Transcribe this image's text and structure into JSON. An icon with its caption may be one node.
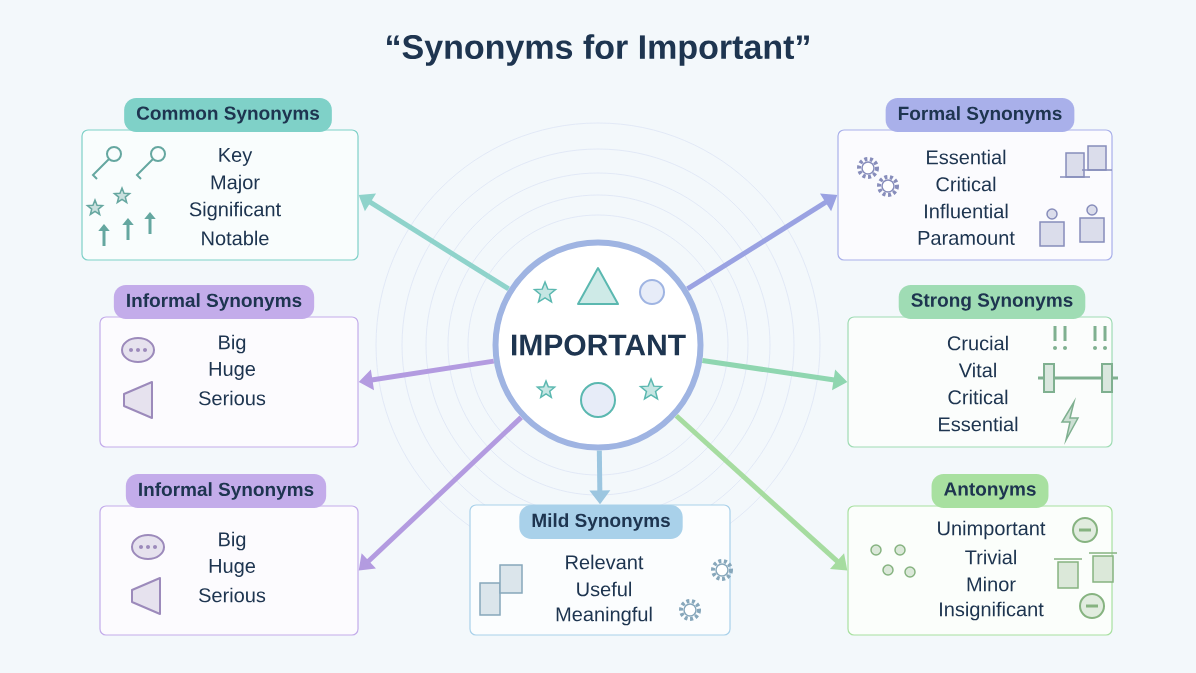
{
  "diagram": {
    "title": "“Synonyms for Important”",
    "nodes": [
      {
        "text": [
          "IMPORTANT"
        ]
      },
      {
        "text": [
          "Common Synonyms",
          "Key",
          "Major",
          "Significant",
          "Notable"
        ]
      },
      {
        "text": [
          "Formal Synonyms",
          "Essential",
          "Critical",
          "Influential",
          "Paramount"
        ]
      },
      {
        "text": [
          "Informal Synonyms",
          "Big",
          "Huge",
          "Serious"
        ]
      },
      {
        "text": [
          "Strong Synonyms",
          "Crucial",
          "Vital",
          "Critical",
          "Essential"
        ]
      },
      {
        "text": [
          "Informal Synonyms",
          "Big",
          "Huge",
          "Serious"
        ]
      },
      {
        "text": [
          "Mild Synonyms",
          "Relevant",
          "Useful",
          "Meaningful"
        ]
      },
      {
        "text": [
          "Antonyms",
          "Unimportant",
          "Trivial",
          "Minor",
          "Insignificant"
        ]
      }
    ],
    "edges": [
      {
        "from": 0,
        "to": 1,
        "arrow": "to",
        "color": "#8fd3cb"
      },
      {
        "from": 0,
        "to": 2,
        "arrow": "to",
        "color": "#9aa2e2"
      },
      {
        "from": 0,
        "to": 3,
        "arrow": "to",
        "color": "#b39be0"
      },
      {
        "from": 0,
        "to": 4,
        "arrow": "to",
        "color": "#8fd6b0"
      },
      {
        "from": 0,
        "to": 5,
        "arrow": "to",
        "color": "#b39be0"
      },
      {
        "from": 0,
        "to": 6,
        "arrow": "to",
        "color": "#9cc6e0"
      },
      {
        "from": 0,
        "to": 7,
        "arrow": "to",
        "color": "#a6dca0"
      }
    ]
  }
}
